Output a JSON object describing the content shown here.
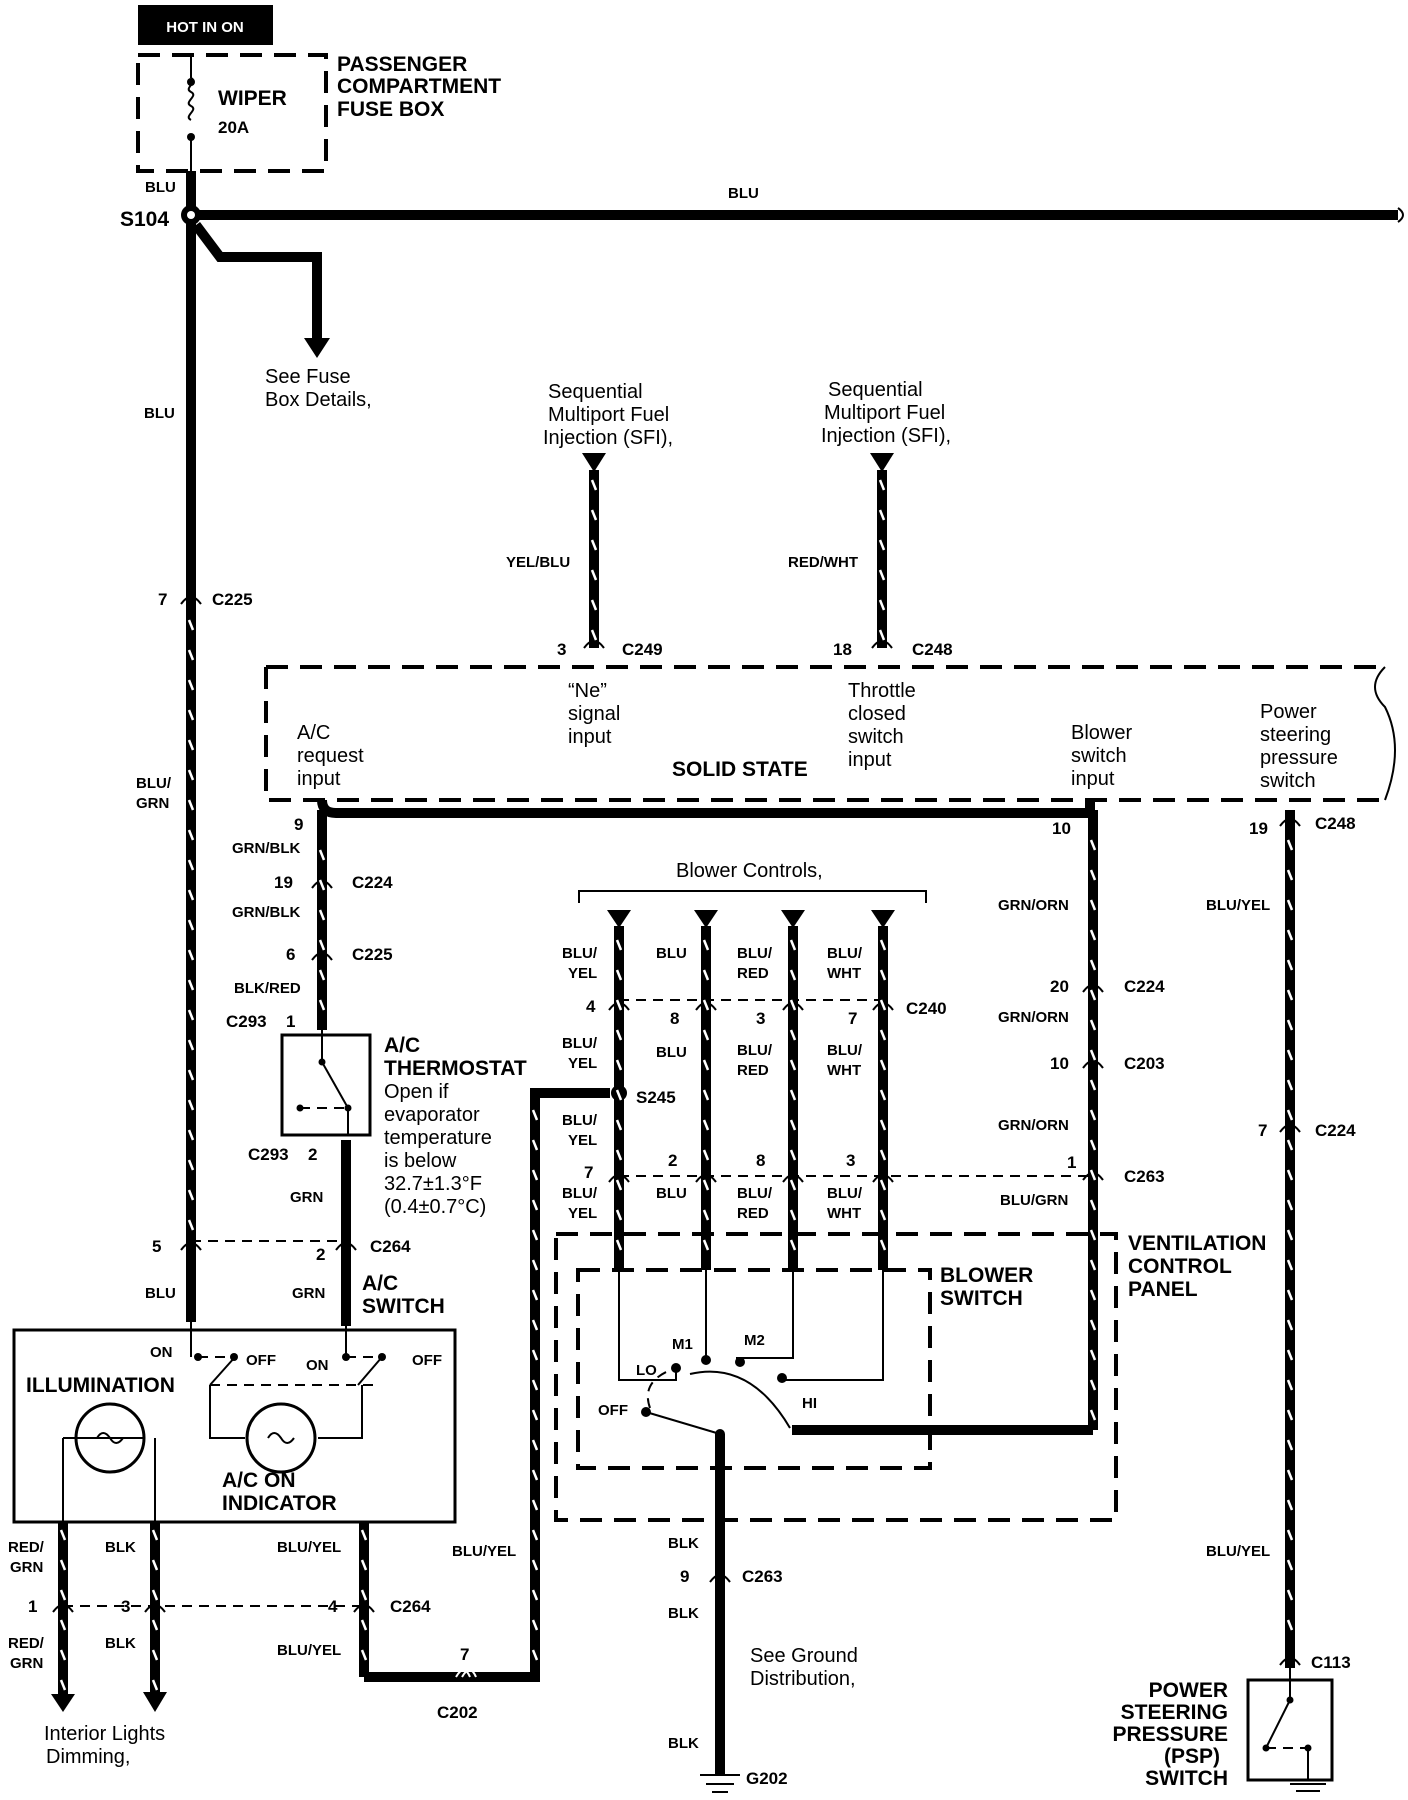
{
  "header": {
    "hot_label": "HOT IN ON"
  },
  "fuse_box": {
    "name": "WIPER",
    "rating": "20A",
    "title_lines": [
      "PASSENGER",
      "COMPARTMENT",
      "FUSE BOX"
    ]
  },
  "splices": {
    "s104": "S104",
    "s245": "S245"
  },
  "notes": {
    "fuse_details": [
      "See Fuse",
      "Box Details,"
    ],
    "sfi_left": [
      "Sequential",
      "Multiport Fuel",
      "Injection (SFI),"
    ],
    "sfi_right": [
      "Sequential",
      "Multiport Fuel",
      "Injection (SFI),"
    ],
    "blower_controls": "Blower Controls,",
    "ground_dist": [
      "See Ground",
      "Distribution,"
    ],
    "interior_lights": [
      "Interior Lights",
      "Dimming,"
    ]
  },
  "solid_state": {
    "title": "SOLID STATE",
    "inputs": {
      "ac_request": [
        "A/C",
        "request",
        "input"
      ],
      "ne_signal": [
        "“Ne”",
        "signal",
        "input"
      ],
      "throttle": [
        "Throttle",
        "closed",
        "switch",
        "input"
      ],
      "blower_switch": [
        "Blower",
        "switch",
        "input"
      ],
      "psp": [
        "Power",
        "steering",
        "pressure",
        "switch"
      ]
    }
  },
  "wires": {
    "blu": "BLU",
    "blu_grn": [
      "BLU/",
      "GRN"
    ],
    "yel_blu": "YEL/BLU",
    "red_wht": "RED/WHT",
    "grn_blk": "GRN/BLK",
    "blk_red": "BLK/RED",
    "grn": "GRN",
    "grn_orn": "GRN/ORN",
    "blu_yel": "BLU/YEL",
    "blu_yel_split": [
      "BLU/",
      "YEL"
    ],
    "blu_red": [
      "BLU/",
      "RED"
    ],
    "blu_wht": [
      "BLU/",
      "WHT"
    ],
    "blu_grn_inline": "BLU/GRN",
    "blk": "BLK",
    "red_grn": [
      "RED/",
      "GRN"
    ]
  },
  "connectors": {
    "c225": "C225",
    "c249": "C249",
    "c248": "C248",
    "c224": "C224",
    "c293": "C293",
    "c264": "C264",
    "c240": "C240",
    "c203": "C203",
    "c263": "C263",
    "c202": "C202",
    "c113": "C113",
    "g202": "G202"
  },
  "pins": {
    "c225_top": "7",
    "c249": "3",
    "c248_18": "18",
    "ss_9": "9",
    "ss_10": "10",
    "ss_19": "19",
    "c224_19": "19",
    "c225_6": "6",
    "c293_1": "1",
    "c293_2": "2",
    "c264_5": "5",
    "c264_2": "2",
    "c240": [
      "4",
      "8",
      "3",
      "7"
    ],
    "c263": [
      "7",
      "2",
      "8",
      "3"
    ],
    "c224_20": "20",
    "c203_10": "10",
    "c263_1": "1",
    "c224_7": "7",
    "c263_9": "9",
    "c264_1": "1",
    "c264_3": "3",
    "c264_4": "4",
    "c202_7": "7"
  },
  "thermostat": {
    "title": [
      "A/C",
      "THERMOSTAT"
    ],
    "desc": [
      "Open if",
      "evaporator",
      "temperature",
      "is below",
      "32.7±1.3°F",
      "(0.4±0.7°C)"
    ]
  },
  "ac_switch": {
    "title": [
      "A/C",
      "SWITCH"
    ],
    "on": "ON",
    "off": "OFF",
    "illumination": "ILLUMINATION",
    "indicator": [
      "A/C  ON",
      "INDICATOR"
    ]
  },
  "blower_switch": {
    "title": [
      "BLOWER",
      "SWITCH"
    ],
    "panel": [
      "VENTILATION",
      "CONTROL",
      "PANEL"
    ],
    "positions": {
      "lo": "LO",
      "m1": "M1",
      "m2": "M2",
      "hi": "HI",
      "off": "OFF"
    }
  },
  "psp_switch": {
    "title": [
      "POWER",
      "STEERING",
      "PRESSURE",
      "(PSP)",
      "SWITCH"
    ]
  }
}
